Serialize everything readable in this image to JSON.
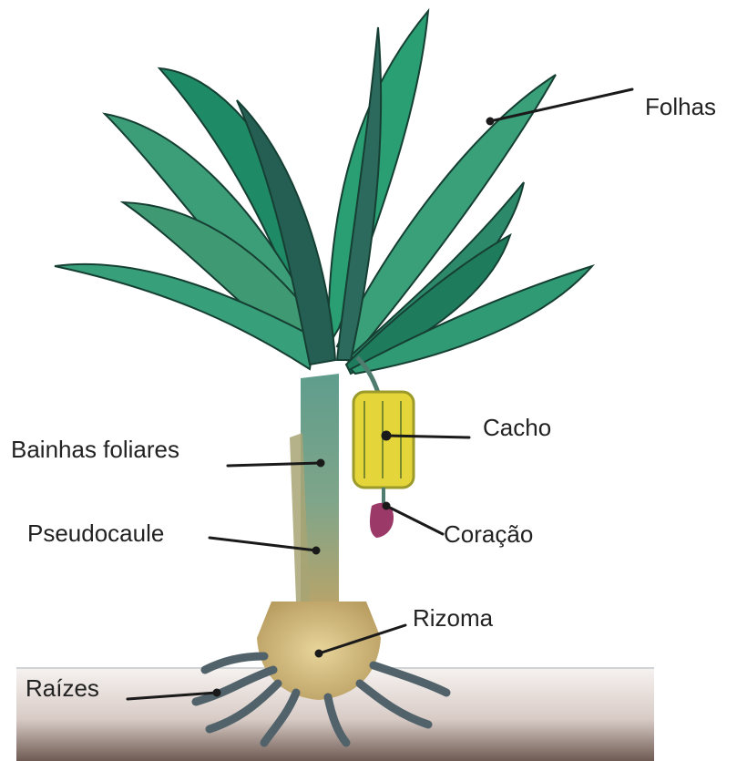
{
  "labels": {
    "folhas": "Folhas",
    "cacho": "Cacho",
    "bainhas": "Bainhas foliares",
    "pseudocaule": "Pseudocaule",
    "coracao": "Coração",
    "rizoma": "Rizoma",
    "raizes": "Raízes"
  },
  "colors": {
    "leaf_light": "#2e9a74",
    "leaf_dark": "#1f6e55",
    "leaf_vein": "#163f33",
    "pseudostem": "#5f9d8c",
    "pseudostem_lower": "#b8a46a",
    "rhizome": "#c8b078",
    "roots": "#51626a",
    "soil_top": "#f4efec",
    "soil_bottom": "#6e5a52",
    "bunch": "#e4d63a",
    "heart": "#9b3a68"
  }
}
